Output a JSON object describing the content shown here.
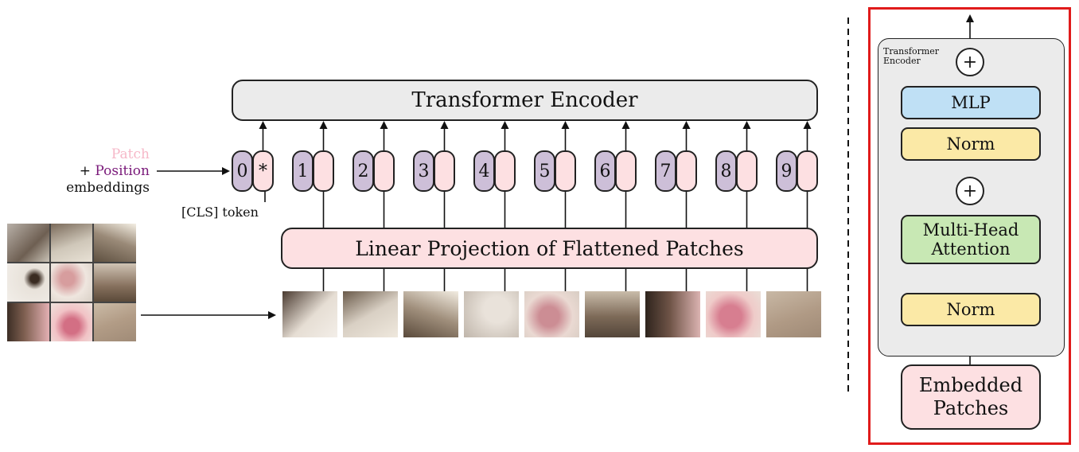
{
  "main": {
    "encoder_title": "Transformer Encoder",
    "projection_title": "Linear Projection of Flattened Patches",
    "embed_label": {
      "patch": "Patch",
      "plus": "+",
      "position": "Position",
      "embeddings": "embeddings"
    },
    "cls_label": "[CLS] token",
    "tokens": [
      "0",
      "*",
      "1",
      "2",
      "3",
      "4",
      "5",
      "6",
      "7",
      "8",
      "9"
    ]
  },
  "detail": {
    "panel_title_line1": "Transformer",
    "panel_title_line2": "Encoder",
    "mlp": "MLP",
    "norm_top": "Norm",
    "mha_line1": "Multi-Head",
    "mha_line2": "Attention",
    "norm_bottom": "Norm",
    "embedded_line1": "Embedded",
    "embedded_line2": "Patches",
    "plus_symbol": "+"
  },
  "colors": {
    "encoder_fill": "#ebebeb",
    "projection_fill": "#fde0e2",
    "position_token": "#cdbfd8",
    "patch_token": "#fde0e2",
    "mlp_fill": "#bfe0f5",
    "norm_fill": "#fbe9a6",
    "attention_fill": "#c8e8b4",
    "embedded_fill": "#fde0e2",
    "highlight_border": "#e01b1b",
    "patch_text": "#f6b8c8",
    "position_text": "#7a1a7a"
  }
}
